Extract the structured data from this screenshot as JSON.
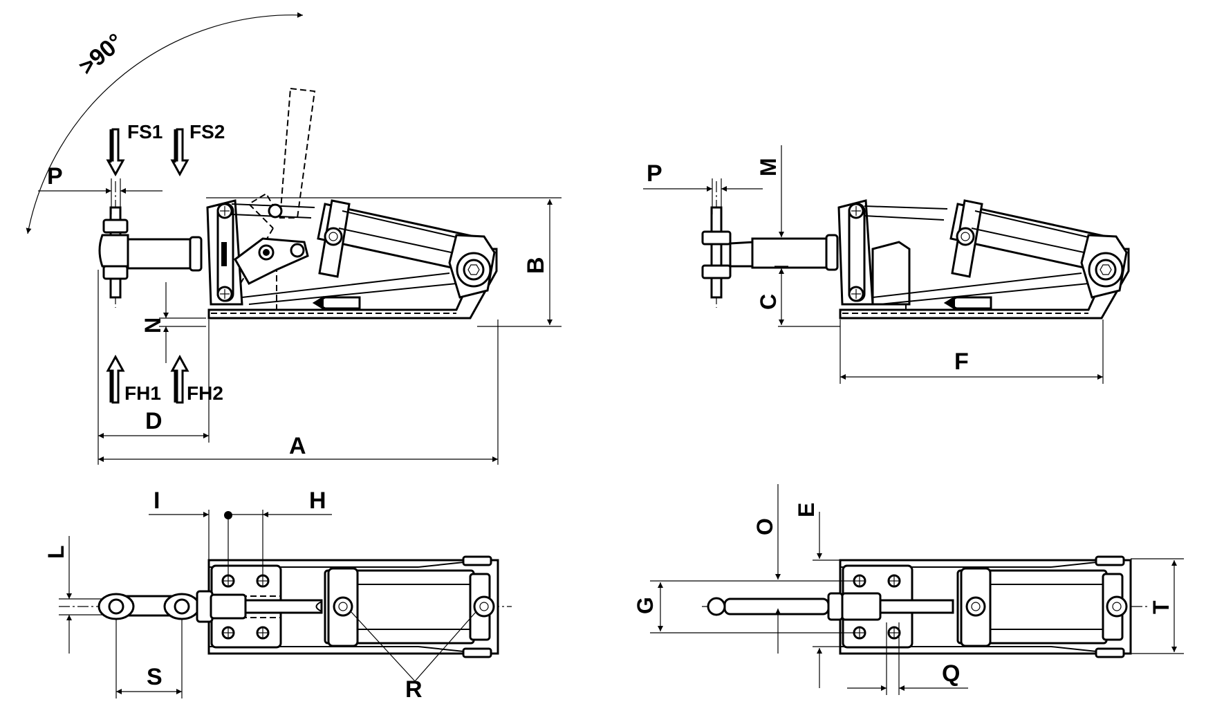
{
  "labels": {
    "angle": ">90°",
    "fs1": "FS1",
    "fs2": "FS2",
    "fh1": "FH1",
    "fh2": "FH2",
    "p_side": "P",
    "p_front": "P",
    "a": "A",
    "b": "B",
    "c": "C",
    "d": "D",
    "f": "F",
    "m": "M",
    "n": "N",
    "i": "I",
    "h": "H",
    "l": "L",
    "s": "S",
    "r": "R",
    "o": "O",
    "e": "E",
    "g": "G",
    "t": "T",
    "q": "Q"
  }
}
